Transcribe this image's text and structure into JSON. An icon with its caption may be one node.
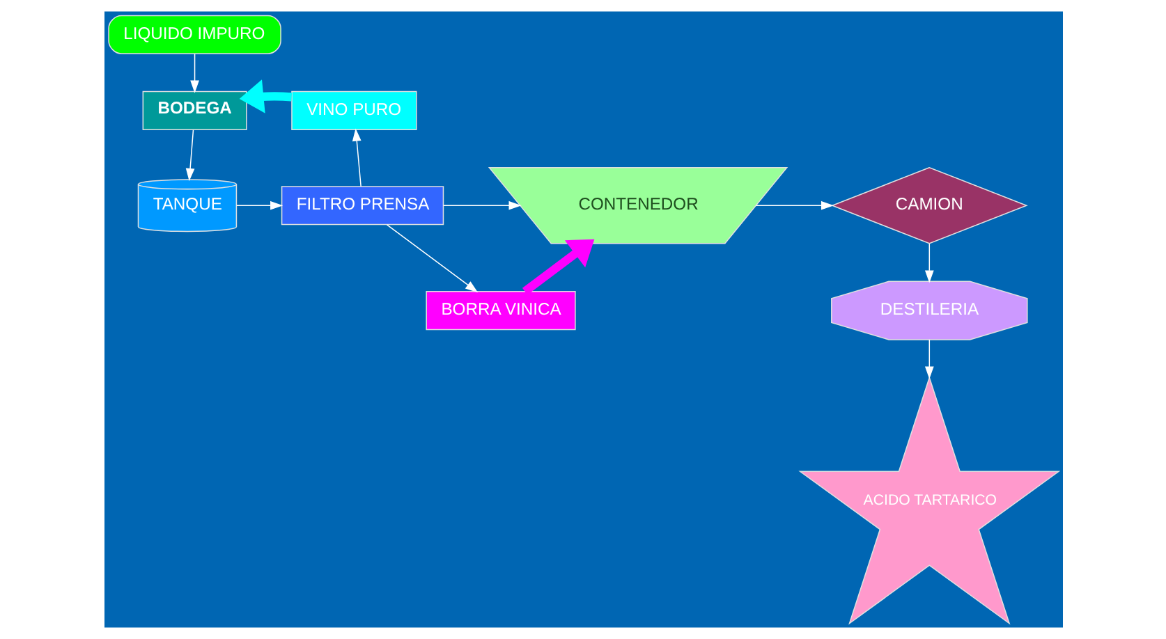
{
  "diagram": {
    "nodes": [
      {
        "text": [
          "LIQUIDO IMPURO"
        ]
      },
      {
        "text": [
          "BODEGA"
        ]
      },
      {
        "text": [
          "VINO PURO"
        ]
      },
      {
        "text": [
          "TANQUE"
        ]
      },
      {
        "text": [
          "FILTRO PRENSA"
        ]
      },
      {
        "text": [
          "BORRA VINICA"
        ]
      },
      {
        "text": [
          "CONTENEDOR"
        ]
      },
      {
        "text": [
          "CAMION"
        ]
      },
      {
        "text": [
          "DESTILERIA"
        ]
      },
      {
        "text": [
          "ACIDO TARTARICO"
        ]
      }
    ],
    "edges": [
      {
        "from": 0,
        "to": 1,
        "arrow": "to"
      },
      {
        "from": 2,
        "to": 1,
        "arrow": "to",
        "style": "thick",
        "color": "#00ffff"
      },
      {
        "from": 1,
        "to": 3,
        "arrow": "to"
      },
      {
        "from": 3,
        "to": 4,
        "arrow": "to"
      },
      {
        "from": 4,
        "to": 2,
        "arrow": "to"
      },
      {
        "from": 4,
        "to": 5,
        "arrow": "to"
      },
      {
        "from": 5,
        "to": 6,
        "arrow": "to",
        "style": "thick",
        "color": "#ff00ff"
      },
      {
        "from": 4,
        "to": 6,
        "arrow": "to"
      },
      {
        "from": 6,
        "to": 7,
        "arrow": "to"
      },
      {
        "from": 7,
        "to": 8,
        "arrow": "to"
      },
      {
        "from": 8,
        "to": 9,
        "arrow": "to"
      }
    ]
  }
}
